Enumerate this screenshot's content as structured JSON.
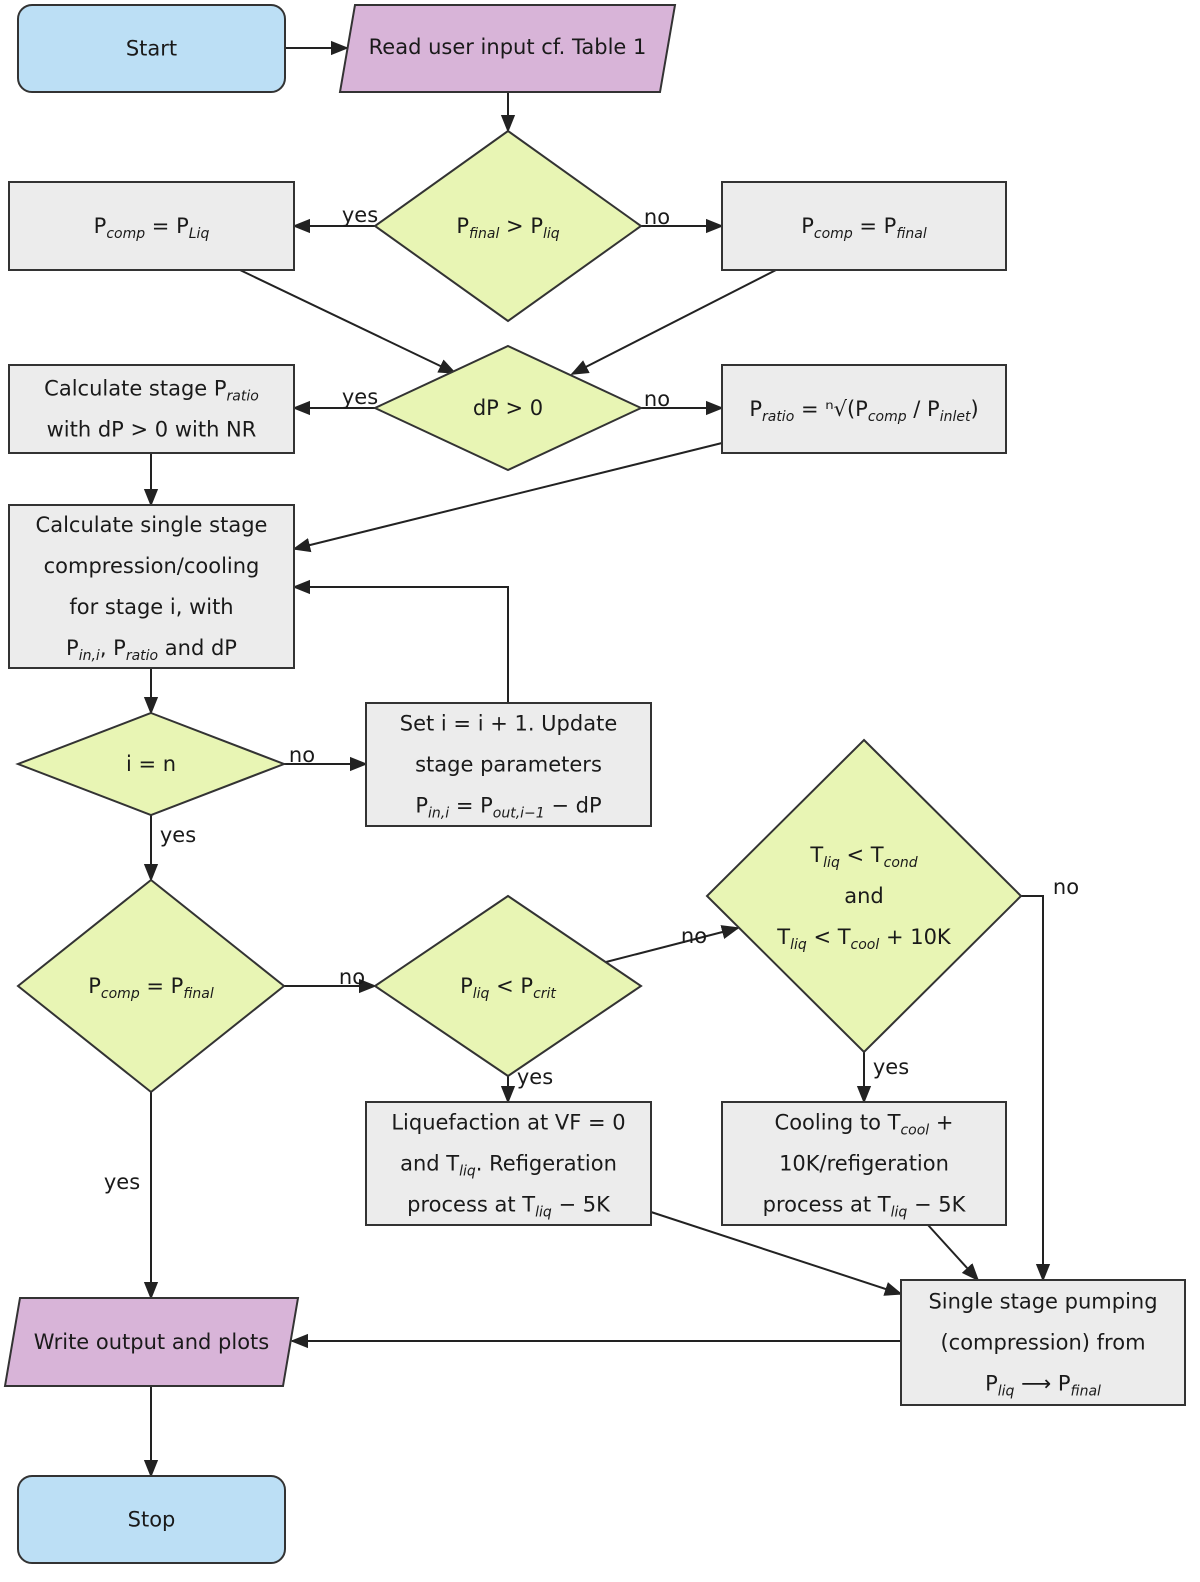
{
  "colors": {
    "terminal": "#bcdff5",
    "io": "#d8b4d8",
    "decision": "#e8f5b4",
    "process": "#ececec",
    "stroke": "#333333"
  },
  "nodes": {
    "start": {
      "lines": [
        "Start"
      ]
    },
    "read": {
      "lines": [
        "Read user input cf. Table 1"
      ]
    },
    "d1": {
      "lines": [
        "P_{final} > P_{liq}"
      ]
    },
    "r1": {
      "lines": [
        "P_{comp}  =  P_{Liq}"
      ]
    },
    "r2": {
      "lines": [
        "P_{comp}  =  P_{final}"
      ]
    },
    "d2": {
      "lines": [
        "dP > 0"
      ]
    },
    "r3": {
      "lines": [
        "Calculate stage P_{ratio}",
        "with dP > 0 with NR"
      ]
    },
    "r4": {
      "lines": [
        "P_{ratio}  =  ⁿ√(P_{comp} / P_{inlet})"
      ]
    },
    "r5": {
      "lines": [
        "Calculate single stage",
        "compression/cooling",
        "for stage i, with",
        "P_{in,i}, P_{ratio} and dP"
      ]
    },
    "d3": {
      "lines": [
        "i = n"
      ]
    },
    "r6": {
      "lines": [
        "Set i = i + 1.  Update",
        "stage parameters",
        "P_{in,i}  =  P_{out,i−1}  −  dP"
      ]
    },
    "d4": {
      "lines": [
        "P_{comp} = P_{final}"
      ]
    },
    "d5": {
      "lines": [
        "P_{liq} < P_{crit}"
      ]
    },
    "d6": {
      "lines": [
        "T_{liq} < T_{cond}",
        "and",
        "T_{liq} < T_{cool} + 10K"
      ]
    },
    "r7": {
      "lines": [
        "Liquefaction at VF = 0",
        "and T_{liq}.  Refigeration",
        "process at T_{liq} − 5K"
      ]
    },
    "r8": {
      "lines": [
        "Cooling to T_{cool} +",
        "10K/refigeration",
        "process at T_{liq} − 5K"
      ]
    },
    "r9": {
      "lines": [
        "Single stage pumping",
        "(compression) from",
        "P_{liq}  ⟶  P_{final}"
      ]
    },
    "out": {
      "lines": [
        "Write output and plots"
      ]
    },
    "stop": {
      "lines": [
        "Stop"
      ]
    }
  },
  "edge_labels": {
    "d1_r1": "yes",
    "d1_r2": "no",
    "d2_r3": "yes",
    "d2_r4": "no",
    "d3_r6": "no",
    "d3_d4": "yes",
    "d4_d5": "no",
    "d4_out": "yes",
    "d5_d6": "no",
    "d5_r7": "yes",
    "d6_r8": "yes",
    "d6_r9": "no"
  }
}
